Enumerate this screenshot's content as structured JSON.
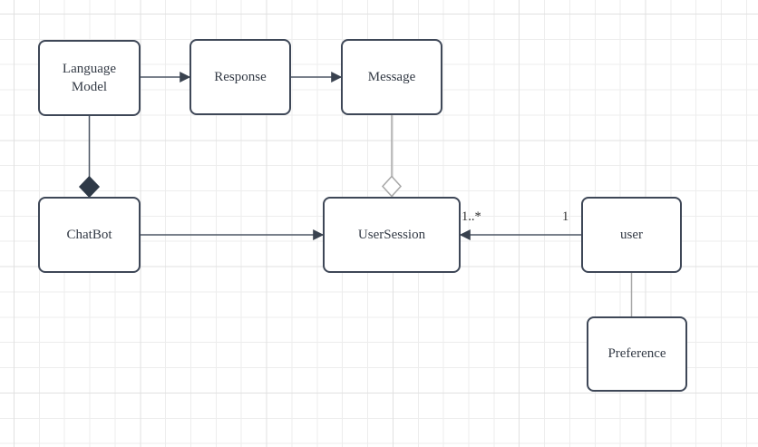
{
  "canvas": {
    "type": "diagram-grid-canvas"
  },
  "colors": {
    "node_border": "#3e4757",
    "node_bg": "#ffffff",
    "node_text": "#333a45",
    "edge_dark": "#4d5665",
    "edge_gray": "#a8a8a8",
    "diamond_fill": "#2e3947",
    "grid_minor": "#ededed",
    "grid_major": "#e1e1e1",
    "canvas_bg": "#ffffff"
  },
  "nodes": {
    "language_model": {
      "label": "Language Model"
    },
    "response": {
      "label": "Response"
    },
    "message": {
      "label": "Message"
    },
    "chatbot": {
      "label": "ChatBot"
    },
    "user_session": {
      "label": "UserSession"
    },
    "user": {
      "label": "user"
    },
    "preference": {
      "label": "Preference"
    }
  },
  "edges": [
    {
      "id": "language_model-response",
      "from": "language_model",
      "to": "response",
      "type": "directed-arrow"
    },
    {
      "id": "response-message",
      "from": "response",
      "to": "message",
      "type": "directed-arrow"
    },
    {
      "id": "language_model-chatbot",
      "from": "language_model",
      "to": "chatbot",
      "type": "composition-filled-diamond"
    },
    {
      "id": "message-user_session",
      "from": "message",
      "to": "user_session",
      "type": "aggregation-hollow-diamond"
    },
    {
      "id": "chatbot-user_session",
      "from": "chatbot",
      "to": "user_session",
      "type": "directed-arrow"
    },
    {
      "id": "user-user_session",
      "from": "user",
      "to": "user_session",
      "type": "directed-arrow",
      "source_multiplicity": "1",
      "target_multiplicity": "1..*"
    },
    {
      "id": "user-preference",
      "from": "user",
      "to": "preference",
      "type": "plain-line"
    }
  ]
}
